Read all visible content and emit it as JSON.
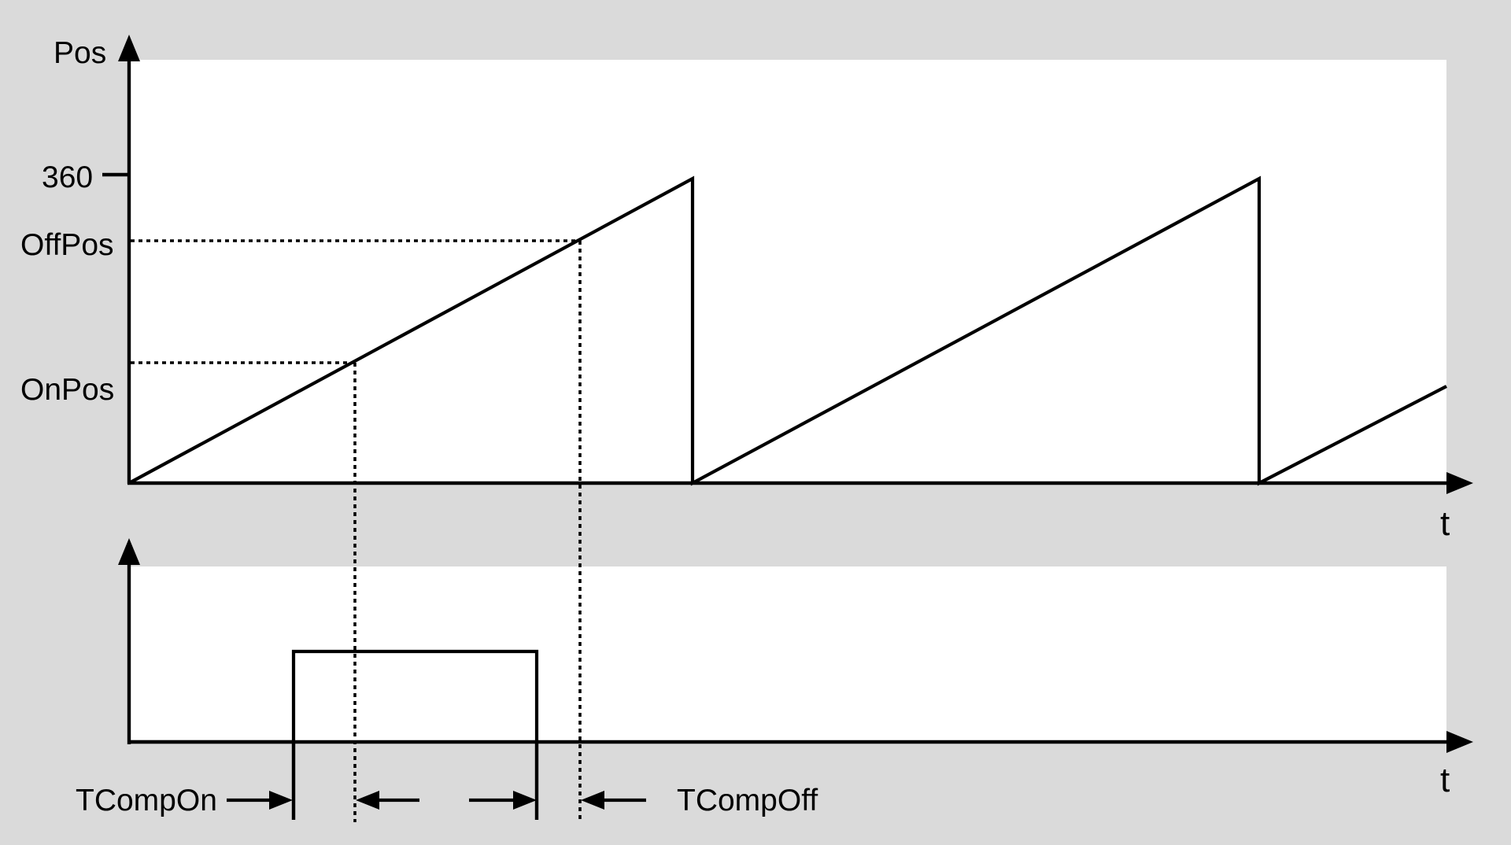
{
  "labels": {
    "pos_axis": "Pos",
    "t_axis_top": "t",
    "t_axis_bottom": "t",
    "tick_360": "360",
    "off_pos": "OffPos",
    "on_pos": "OnPos",
    "tcomp_on": "TCompOn",
    "tcomp_off": "TCompOff"
  },
  "colors": {
    "background": "#dadada",
    "panel": "#ffffff",
    "ink": "#000000"
  }
}
